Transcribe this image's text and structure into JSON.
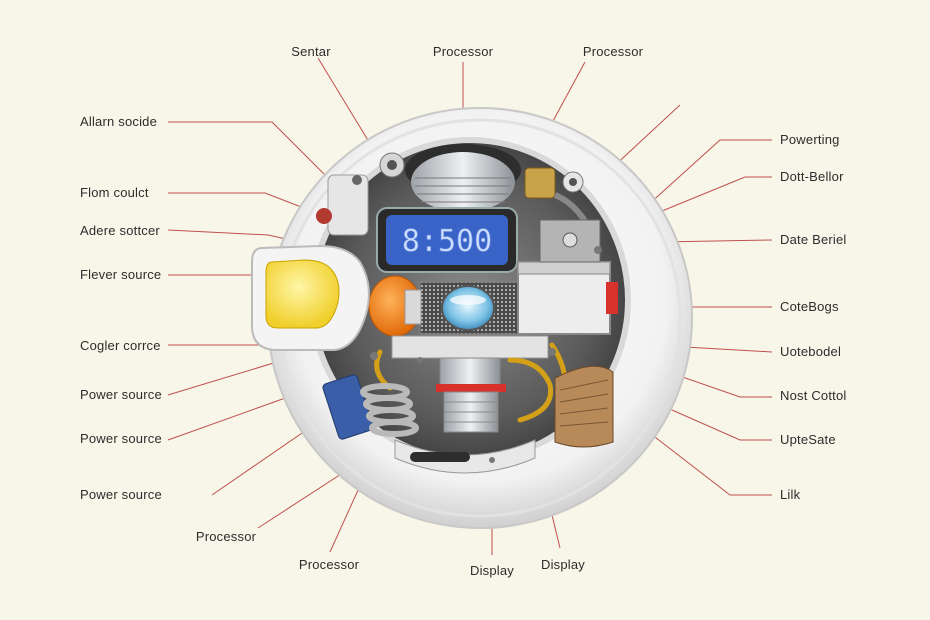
{
  "diagram": {
    "device_display": "8:500",
    "labels": {
      "top": [
        "Sentar",
        "Processor",
        "Processor"
      ],
      "left": [
        "Allarn socide",
        "Flom coulct",
        "Adere sottcer",
        "Flever source",
        "Cogler corrce",
        "Power source",
        "Power source",
        "Power source"
      ],
      "right": [
        "Powerting",
        "Dott-Bellor",
        "Date Beriel",
        "CoteBogs",
        "Uotebodel",
        "Nost Cottol",
        "UpteSate",
        "Lilk"
      ],
      "bottom": [
        "Processor",
        "Processor",
        "Display",
        "Display"
      ]
    },
    "colors": {
      "background": "#f7f6e8",
      "leader_line": "#c0504d",
      "screen": "#3a63c8",
      "screen_text": "#cfe0ff",
      "housing": "#ffffff",
      "lens_yellow": "#f7e45a",
      "accent_orange": "#f08a1c",
      "accent_red": "#d8312b",
      "brass": "#d4a017"
    }
  }
}
